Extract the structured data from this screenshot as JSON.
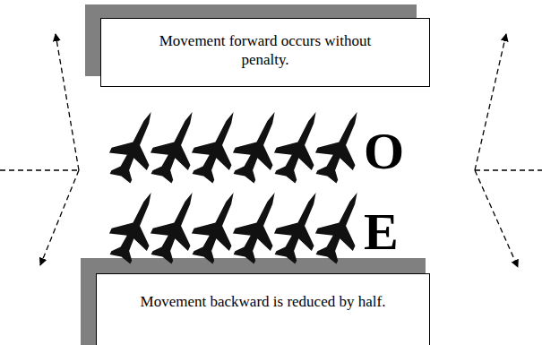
{
  "diagram": {
    "nodes": [
      {
        "text": [
          "Movement forward occurs without penalty."
        ]
      },
      {
        "text": [
          "Movement backward is reduced by half."
        ]
      }
    ],
    "labels": [
      "O",
      "E"
    ]
  }
}
